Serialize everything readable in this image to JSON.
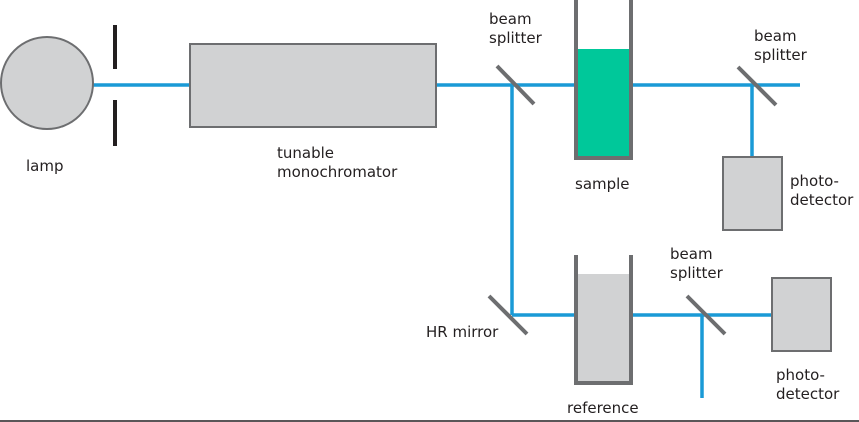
{
  "colors": {
    "beam": "#1a9ad6",
    "component_fill": "#d1d2d3",
    "component_stroke": "#6d6e70",
    "dark": "#231f20",
    "sample_liquid": "#00c89a",
    "reference_liquid": "#d1d2d3",
    "cuvette_wall": "#6d6e70"
  },
  "labels": {
    "lamp": "lamp",
    "monochromator": [
      "tunable",
      "monochromator"
    ],
    "beam_splitter_1": [
      "beam",
      "splitter"
    ],
    "beam_splitter_2": [
      "beam",
      "splitter"
    ],
    "beam_splitter_3": [
      "beam",
      "splitter"
    ],
    "sample": "sample",
    "reference": "reference",
    "hr_mirror": "HR mirror",
    "photodetector_1": [
      "photo-",
      "detector"
    ],
    "photodetector_2": [
      "photo-",
      "detector"
    ]
  }
}
